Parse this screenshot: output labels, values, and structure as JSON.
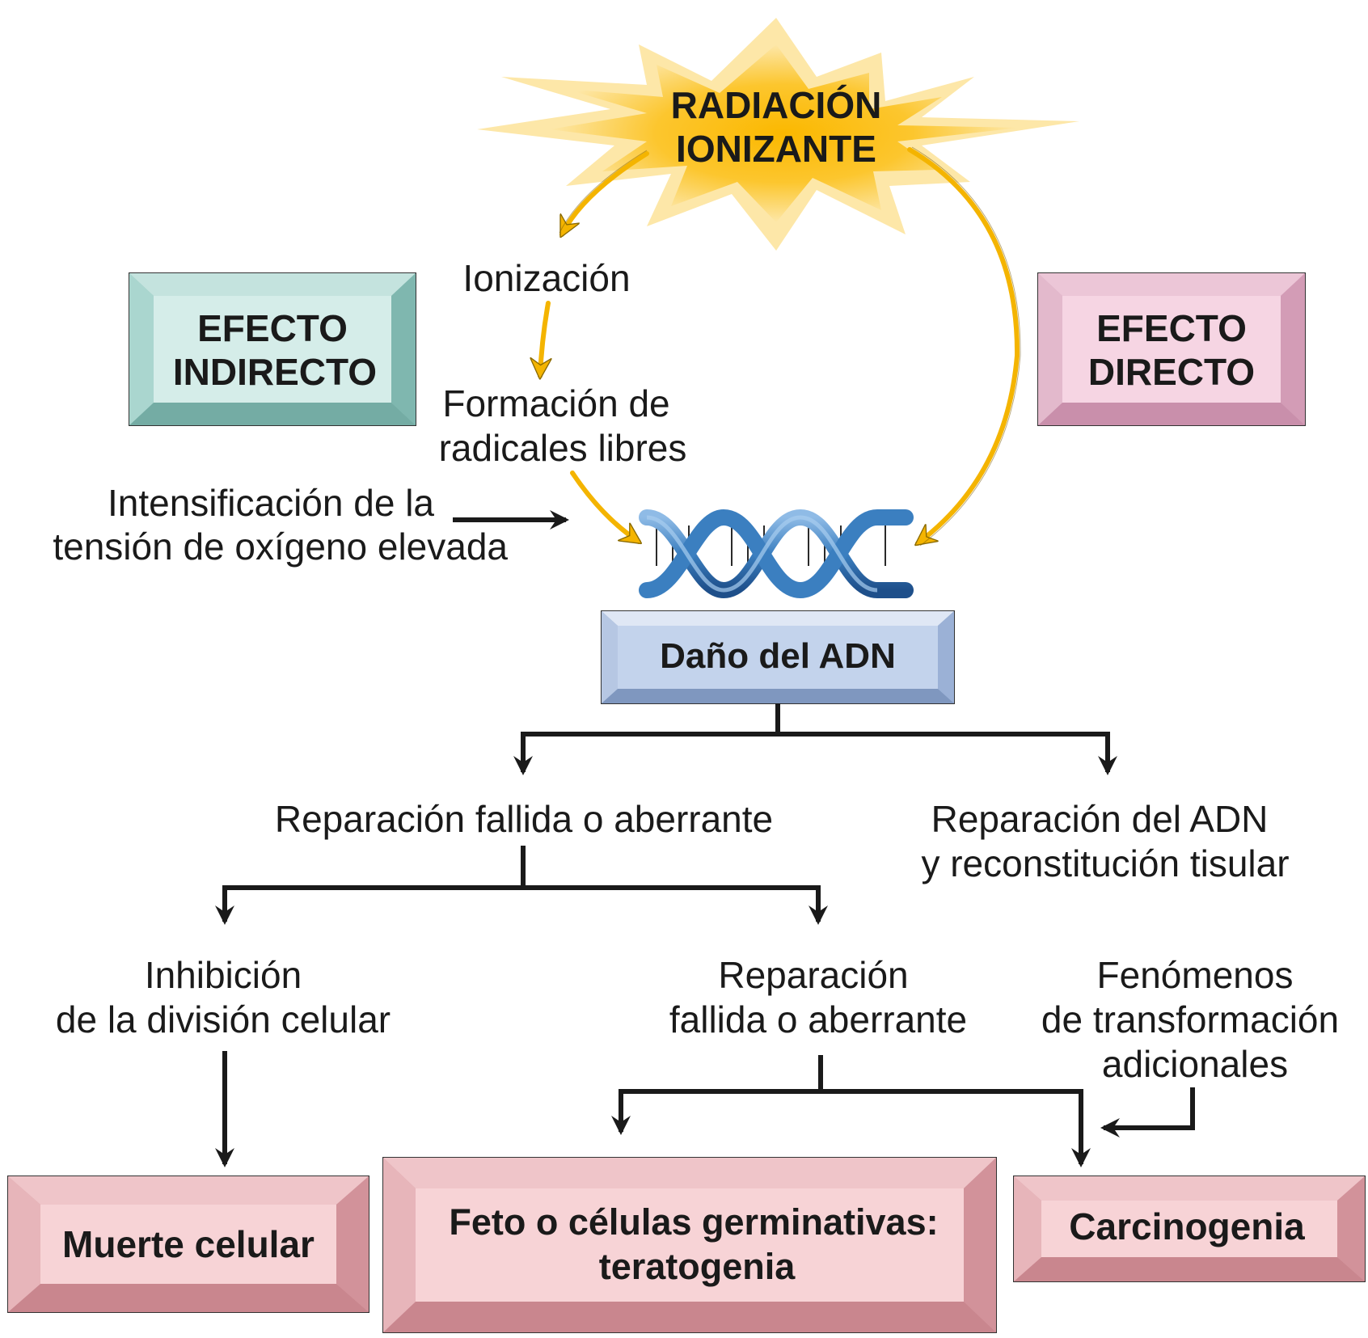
{
  "radiation": {
    "line1": "RADIACIÓN",
    "line2": "IONIZANTE"
  },
  "indirect_effect": {
    "line1": "EFECTO",
    "line2": "INDIRECTO"
  },
  "direct_effect": {
    "line1": "EFECTO",
    "line2": "DIRECTO"
  },
  "ionization": "Ionización",
  "free_radicals": {
    "line1": "Formación de",
    "line2": "radicales libres"
  },
  "oxygen": {
    "line1": "Intensificación de la",
    "line2": "tensión de oxígeno elevada"
  },
  "dna_damage": "Daño del ADN",
  "failed_repair_1": "Reparación fallida o aberrante",
  "dna_repair": {
    "line1": "Reparación del ADN",
    "line2": "y reconstitución tisular"
  },
  "inhibition": {
    "line1": "Inhibición",
    "line2": "de la división celular"
  },
  "failed_repair_2": {
    "line1": "Reparación",
    "line2": "fallida o aberrante"
  },
  "phenomena": {
    "line1": "Fenómenos",
    "line2": "de transformación",
    "line3": "adicionales"
  },
  "cell_death": "Muerte celular",
  "teratogenesis": {
    "line1": "Feto o células germinativas:",
    "line2": "teratogenia"
  },
  "carcinogenesis": "Carcinogenia",
  "colors": {
    "indirect_box": "#d5ede9",
    "direct_box": "#f6d5e3",
    "dna_box": "#c3d3ec",
    "outcome_box": "#f7d3d6",
    "burst": "#fbbf1e",
    "arrow_yellow": "#f4b400",
    "helix": "#3b7fc0"
  }
}
